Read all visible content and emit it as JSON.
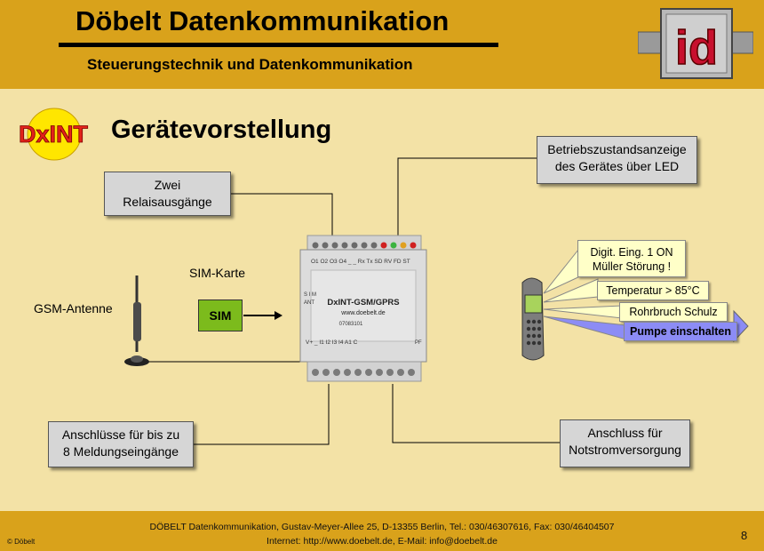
{
  "header": {
    "title": "Döbelt Datenkommunikation",
    "subtitle": "Steuerungstechnik und Datenkommunikation",
    "logo_text": "id"
  },
  "slide": {
    "title": "Gerätevorstellung",
    "product_logo_text": "DxINT"
  },
  "callouts": {
    "relays": [
      "Zwei",
      "Relaisausgänge"
    ],
    "led": [
      "Betriebszustandsanzeige",
      "des Gerätes über LED"
    ],
    "inputs": [
      "Anschlüsse für bis zu",
      "8 Meldungseingänge"
    ],
    "power": [
      "Anschluss für",
      "Notstromversorgung"
    ],
    "sim_card_label": "SIM-Karte",
    "sim_chip": "SIM",
    "antenna": "GSM-Antenne"
  },
  "device": {
    "name": "DxINT-GSM/GPRS",
    "website": "www.doebelt.de",
    "serial": "07083101",
    "top_terminals": "O1 O2 O3 O4  _  _  Rx Tx SD RV FD ST",
    "bottom_terminals": "V+  _  I1  I2  I3  I4  A1    C",
    "side_letters": "S I M",
    "ant_label": "ANT",
    "pf_label": "PF"
  },
  "messages": [
    {
      "text": "Digit. Eing. 1 ON\nMüller Störung !"
    },
    {
      "text": "Temperatur > 85°C"
    },
    {
      "text": "Rohrbruch Schulz"
    },
    {
      "text": "Pumpe einschalten"
    }
  ],
  "footer": {
    "address": "DÖBELT Datenkommunikation, Gustav-Meyer-Allee 25, D-13355 Berlin, Tel.: 030/46307616, Fax: 030/46404507",
    "contact": "Internet: http://www.doebelt.de, E-Mail: info@doebelt.de",
    "copyright": "© Döbelt",
    "page_number": "8"
  },
  "colors": {
    "header_bg": "#d9a21b",
    "slide_bg": "#f3e2a6",
    "sim_green": "#7cbb1c",
    "message_yellow": "#ffffc8",
    "message_blue": "#8c8cf5",
    "callout_gray": "#d6d6d6"
  }
}
